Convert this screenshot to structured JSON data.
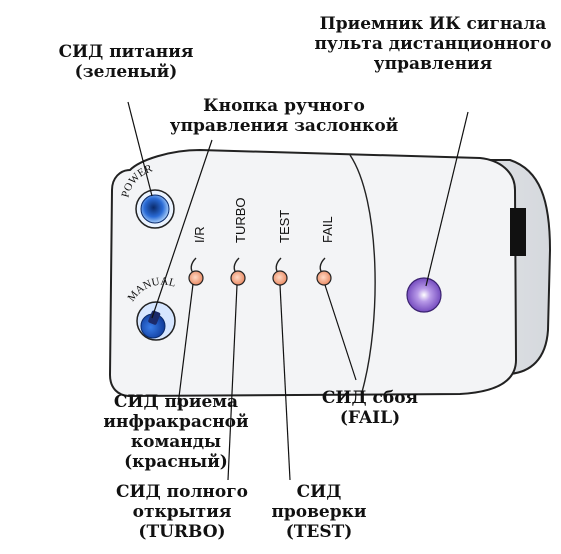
{
  "device": {
    "power_arc_label": "POWER",
    "manual_arc_label": "MANUAL",
    "led_labels": [
      "I/R",
      "TURBO",
      "TEST",
      "FAIL"
    ],
    "colors": {
      "housing_fill": "#f2f3f5",
      "housing_side": "#e3e5e9",
      "outline": "#222222",
      "led_fill": "#f0a07a",
      "power_led": "#2a6bd6",
      "manual_button": "#1e4fc4",
      "ir_receiver": "#9a6fd6"
    }
  },
  "callouts": {
    "power_led": "СИД питания\n(зеленый)",
    "manual_button": "Кнопка ручного\nуправления заслонкой",
    "ir_receiver": "Приемник ИК сигнала\nпульта дистанционного\nуправления",
    "ir_led": "СИД приема\nинфракрасной\nкоманды (красный)",
    "fail_led": "СИД сбоя\n(FAIL)",
    "turbo_led": "СИД полного\nоткрытия\n(TURBO)",
    "test_led": "СИД\nпроверки\n(TEST)"
  }
}
